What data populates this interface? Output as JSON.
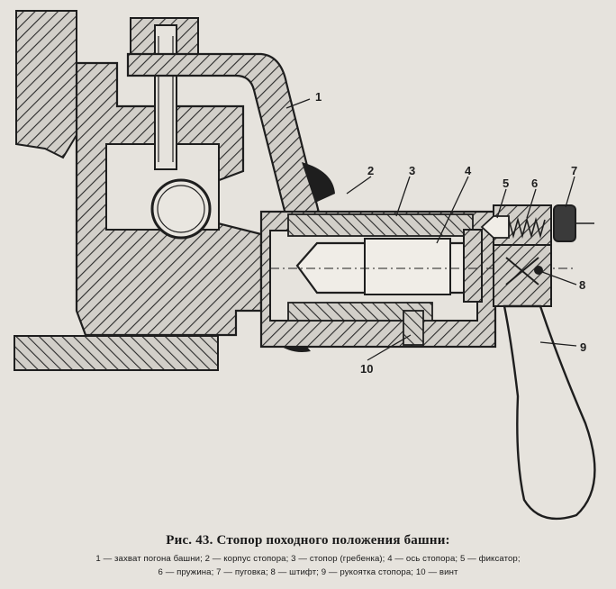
{
  "figure": {
    "callouts": [
      {
        "num": "1",
        "name": "захват погона башни"
      },
      {
        "num": "2",
        "name": "корпус стопора"
      },
      {
        "num": "3",
        "name": "стопор (гребенка)"
      },
      {
        "num": "4",
        "name": "ось стопора"
      },
      {
        "num": "5",
        "name": "фиксатор"
      },
      {
        "num": "6",
        "name": "пружина"
      },
      {
        "num": "7",
        "name": "пуговка"
      },
      {
        "num": "8",
        "name": "штифт"
      },
      {
        "num": "9",
        "name": "рукоятка стопора"
      },
      {
        "num": "10",
        "name": "винт"
      }
    ]
  },
  "caption": {
    "title": "Рис. 43. Стопор походного положения башни:",
    "legend_items": [
      "1 — захват погона башни;",
      "2 — корпус стопора;",
      "3 — стопор (гребенка);",
      "4 — ось стопора;",
      "5 — фиксатор;",
      "6 — пружина;",
      "7 — пуговка;",
      "8 — штифт;",
      "9 — рукоятка стопора;",
      "10 — винт"
    ]
  },
  "colors": {
    "paper": "#e6e3dd",
    "ink": "#1e1e1e",
    "section": "#c9c6c0"
  }
}
